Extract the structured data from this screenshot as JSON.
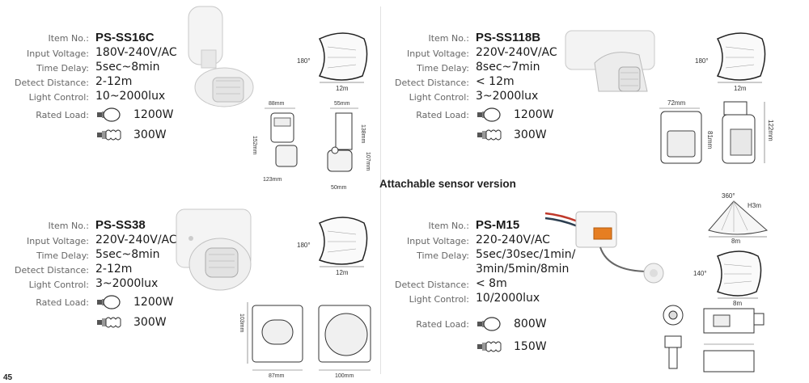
{
  "labels": {
    "item_no": "Item No.:",
    "input_voltage": "Input Voltage:",
    "time_delay": "Time Delay:",
    "detect_distance": "Detect Distance:",
    "light_control": "Light Control:",
    "rated_load": "Rated Load:"
  },
  "section_title": "Attachable sensor version",
  "products": [
    {
      "model": "PS-SS16C",
      "input_voltage": "180V-240V/AC",
      "time_delay": "5sec~8min",
      "detect_distance": "2-12m",
      "light_control": "10~2000lux",
      "load_incandescent": "1200W",
      "load_energy_saving": "300W",
      "pattern_angle": "180°",
      "pattern_range": "12m",
      "dims": {
        "top_w": "88mm",
        "front_h": "152mm",
        "depth": "123mm",
        "side_w": "55mm",
        "side_h1": "138mm",
        "side_h2": "107mm",
        "bottom_w": "50mm"
      }
    },
    {
      "model": "PS-SS118B",
      "input_voltage": "220V-240V/AC",
      "time_delay": "8sec~7min",
      "detect_distance": "< 12m",
      "light_control": "3~2000lux",
      "load_incandescent": "1200W",
      "load_energy_saving": "300W",
      "pattern_angle": "180°",
      "pattern_range": "12m",
      "dims": {
        "width": "72mm",
        "front_h": "81mm",
        "side_h": "122mm"
      }
    },
    {
      "model": "PS-SS38",
      "input_voltage": "220V-240V/AC",
      "time_delay": "5sec~8min",
      "detect_distance": "2-12m",
      "light_control": "3~2000lux",
      "load_incandescent": "1200W",
      "load_energy_saving": "300W",
      "pattern_angle": "180°",
      "pattern_range": "12m",
      "dims": {
        "height": "103mm",
        "front_w": "87mm",
        "side_w": "100mm"
      }
    },
    {
      "model": "PS-M15",
      "input_voltage": "220-240V/AC",
      "time_delay_1": "5sec/30sec/1min/",
      "time_delay_2": "3min/5min/8min",
      "detect_distance": "< 8m",
      "light_control": "10/2000lux",
      "load_incandescent": "800W",
      "load_energy_saving": "150W",
      "pattern_top_angle": "360°",
      "pattern_top_height": "H3m",
      "pattern_top_range": "8m",
      "pattern_side_angle": "140°",
      "pattern_side_range": "8m"
    }
  ],
  "page_number": "45"
}
